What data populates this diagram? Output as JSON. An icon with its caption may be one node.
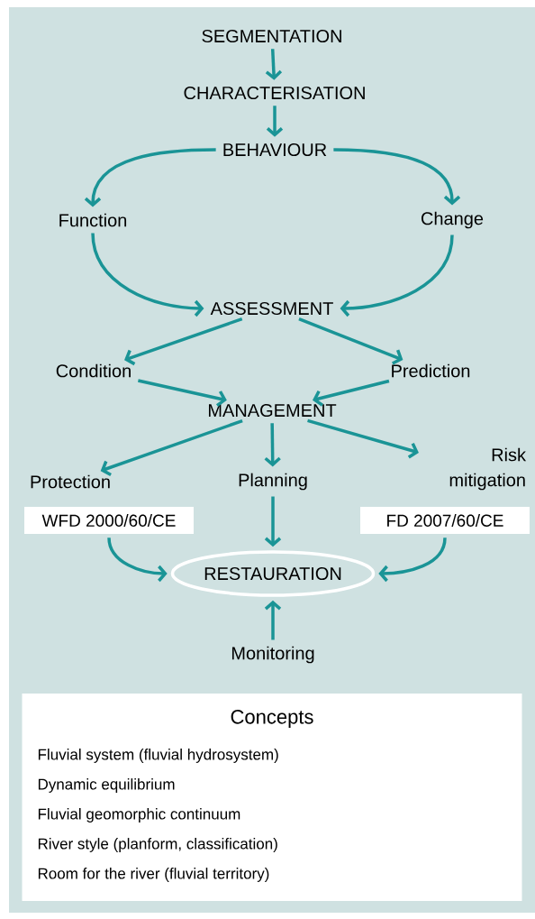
{
  "diagram": {
    "nodes": [
      {
        "text": [
          "SEGMENTATION"
        ]
      },
      {
        "text": [
          "CHARACTERISATION"
        ]
      },
      {
        "text": [
          "BEHAVIOUR"
        ]
      },
      {
        "text": [
          "Function"
        ]
      },
      {
        "text": [
          "Change"
        ]
      },
      {
        "text": [
          "ASSESSMENT"
        ]
      },
      {
        "text": [
          "Condition"
        ]
      },
      {
        "text": [
          "Prediction"
        ]
      },
      {
        "text": [
          "MANAGEMENT"
        ]
      },
      {
        "text": [
          "Protection"
        ]
      },
      {
        "text": [
          "Planning"
        ]
      },
      {
        "text": [
          "Risk mitigation"
        ]
      },
      {
        "text": [
          "WFD 2000/60/CE"
        ]
      },
      {
        "text": [
          "FD 2007/60/CE"
        ]
      },
      {
        "text": [
          "RESTAURATION"
        ]
      },
      {
        "text": [
          "Monitoring"
        ]
      },
      {
        "text": [
          "Concepts",
          "Fluvial system (fluvial hydrosystem)",
          "Dynamic equilibrium",
          "Fluvial geomorphic continuum",
          "River style (planform, classification)",
          "Room for the river (fluvial territory)"
        ]
      }
    ],
    "edges": [
      {
        "from": 0,
        "to": 1,
        "arrow": "to"
      },
      {
        "from": 1,
        "to": 2,
        "arrow": "to"
      },
      {
        "from": 2,
        "to": 3,
        "arrow": "to"
      },
      {
        "from": 2,
        "to": 4,
        "arrow": "to"
      },
      {
        "from": 3,
        "to": 5,
        "arrow": "to"
      },
      {
        "from": 4,
        "to": 5,
        "arrow": "to"
      },
      {
        "from": 5,
        "to": 6,
        "arrow": "to"
      },
      {
        "from": 5,
        "to": 7,
        "arrow": "to"
      },
      {
        "from": 6,
        "to": 8,
        "arrow": "to"
      },
      {
        "from": 7,
        "to": 8,
        "arrow": "to"
      },
      {
        "from": 8,
        "to": 9,
        "arrow": "to"
      },
      {
        "from": 8,
        "to": 10,
        "arrow": "to"
      },
      {
        "from": 8,
        "to": 11,
        "arrow": "to"
      },
      {
        "from": 10,
        "to": 14,
        "arrow": "to"
      },
      {
        "from": 12,
        "to": 14,
        "arrow": "to"
      },
      {
        "from": 13,
        "to": 14,
        "arrow": "to"
      },
      {
        "from": 15,
        "to": 14,
        "arrow": "to"
      }
    ]
  }
}
